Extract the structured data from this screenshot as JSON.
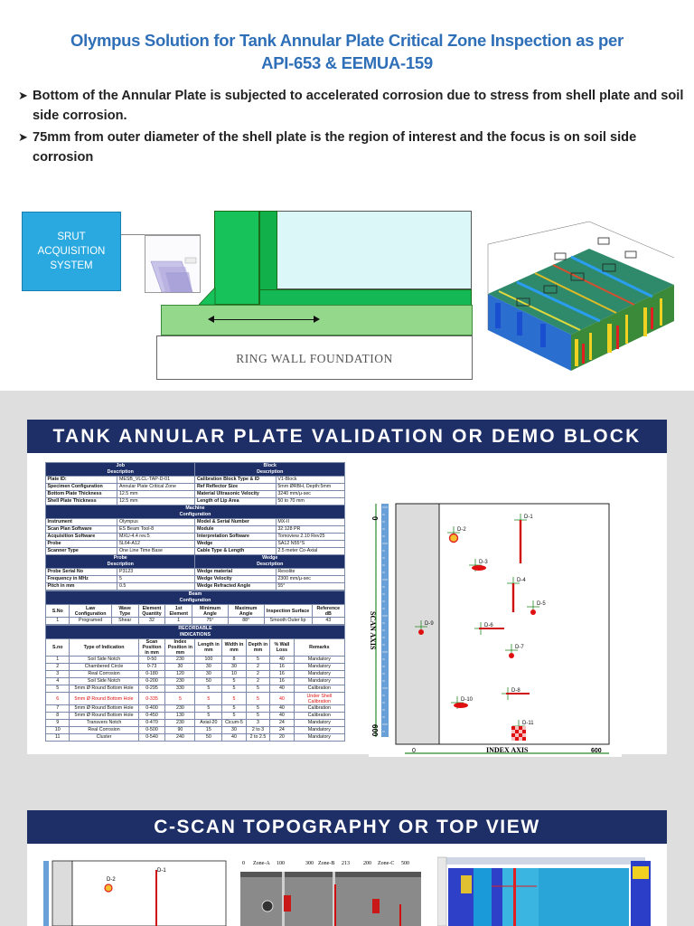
{
  "slide1": {
    "title_line1": "Olympus Solution for Tank Annular Plate Critical Zone Inspection as per",
    "title_line2": "API-653 & EEMUA-159",
    "bullets": [
      "Bottom of the Annular Plate is subjected to accelerated corrosion due to stress from shell plate and soil side corrosion.",
      "75mm from outer diameter of the shell plate is the region of interest and the focus is on soil side corrosion"
    ],
    "srut_lines": [
      "SRUT",
      "ACQUISITION",
      "SYSTEM"
    ],
    "foundation_label": "RING WALL FOUNDATION",
    "colors": {
      "title": "#2e6fb8",
      "srut": "#2aa9e0",
      "green": "#18c25b",
      "cyan": "#dcf7f7"
    }
  },
  "slide2": {
    "banner": "TANK ANNULAR PLATE VALIDATION OR DEMO BLOCK",
    "sections": {
      "job": "Job",
      "block": "Block",
      "description": "Description",
      "machine": "Machine",
      "probe": "Probe",
      "wedge": "Wedge",
      "configuration": "Configuration",
      "beam": "Beam",
      "recordable": "RECORDABLE",
      "indications": "INDICATIONS"
    },
    "job_rows": [
      [
        "Plate ID:",
        "MESB_VLCL-TAP-D-01",
        "Calibration Block Type & ID",
        "V1-Block"
      ],
      [
        "Specimen Configuration",
        "Annular Plate Critical Zone",
        "Ref Reflector Size",
        "5mm ØRBH, Depth:5mm"
      ],
      [
        "Bottom Plate Thickness",
        "12.5 mm",
        "Material Ultrasonic Velocity",
        "3240 mm/µ-sec"
      ],
      [
        "Shell Plate Thickness",
        "12.5 mm",
        "Length of Lip Area",
        "50 to 70 mm"
      ]
    ],
    "machine_rows": [
      [
        "Instrument",
        "Olympus",
        "Model & Serial Number",
        "MX-II"
      ],
      [
        "Scan Plan Software",
        "ES Beam Tool-8",
        "Module",
        "32:128 PR"
      ],
      [
        "Acquisition Software",
        "MXU-4.4 rev.5",
        "Interpretation Software",
        "Tomoview 2.10 Rev25"
      ],
      [
        "Probe",
        "5L64-A12",
        "Wedge",
        "SA12 N55°S"
      ],
      [
        "Scanner Type",
        "One Line Time Base",
        "Cable Type & Length",
        "2.5 meter Co-Axial"
      ]
    ],
    "probe_rows": [
      [
        "Probe Serial No",
        "P3123",
        "Wedge material",
        "Rexolite"
      ],
      [
        "Frequency in MHz",
        "5",
        "Wedge Velocity",
        "2300 mm/µ-sec"
      ],
      [
        "Pitch in mm",
        "0.5",
        "Wedge Refracted Angle",
        "55°"
      ]
    ],
    "beam_headers": [
      "S.No",
      "Law Configuration",
      "Wave Type",
      "Element Quantity",
      "1st Element",
      "Minimum Angle",
      "Maximum Angle",
      "Inspection Surface",
      "Reference dB"
    ],
    "beam_rows": [
      [
        "1",
        "Programed",
        "Shear",
        "32",
        "1",
        "75°",
        "88°",
        "Smooth Outer lip",
        "43"
      ]
    ],
    "indication_headers": [
      "S.no",
      "Type of Indication",
      "Scan Position in mm",
      "Index Position in mm",
      "Length in mm",
      "Width in mm",
      "Depth in mm",
      "% Wall Loss",
      "Remarks"
    ],
    "indication_rows": [
      [
        "1",
        "Soil Side Notch",
        "0-50",
        "230",
        "100",
        "8",
        "5",
        "40",
        "Mandatory"
      ],
      [
        "2",
        "Chambered Circle",
        "0-73",
        "30",
        "30",
        "30",
        "2",
        "16",
        "Mandatory"
      ],
      [
        "3",
        "Real Corrosion",
        "0-180",
        "120",
        "30",
        "10",
        "2",
        "16",
        "Mandatory"
      ],
      [
        "4",
        "Soil Side Notch",
        "0-200",
        "230",
        "50",
        "5",
        "2",
        "16",
        "Mandatory"
      ],
      [
        "5",
        "5mm Ø Round Bottom Hole",
        "0-295",
        "330",
        "5",
        "5",
        "5",
        "40",
        "Calibration"
      ],
      [
        "6",
        "5mm Ø Round Bottom Hole",
        "0-335",
        "5",
        "5",
        "5",
        "5",
        "40",
        "Under Shell Calibration"
      ],
      [
        "7",
        "5mm Ø Round Bottom Hole",
        "0-400",
        "230",
        "5",
        "5",
        "5",
        "40",
        "Calibration"
      ],
      [
        "8",
        "5mm Ø Round Bottom Hole",
        "0-450",
        "130",
        "5",
        "5",
        "5",
        "40",
        "Calibration"
      ],
      [
        "9",
        "Transvers Notch",
        "0-470",
        "230",
        "Axial-20",
        "Cicum-5",
        "3",
        "24",
        "Mandatory"
      ],
      [
        "10",
        "Real Corrosion",
        "0-500",
        "90",
        "15",
        "30",
        "2 to 3",
        "24",
        "Mandatory"
      ],
      [
        "11",
        "Cluster",
        "0-540",
        "240",
        "50",
        "40",
        "2 to 2.5",
        "20",
        "Mandatory"
      ]
    ],
    "schematic": {
      "scan_axis_label": "SCAN AXIS",
      "index_axis_label": "INDEX AXIS",
      "tick_zero": "0",
      "tick_600": "600",
      "index_zero": "0",
      "index_600": "600",
      "defect_labels": [
        "D-1",
        "D-2",
        "D-3",
        "D-4",
        "D-5",
        "D-6",
        "D-7",
        "D-8",
        "D-9",
        "D-10",
        "D-11"
      ]
    }
  },
  "slide3": {
    "banner": "C-SCAN TOPOGRAPHY OR TOP VIEW",
    "zones": [
      "0",
      "Zone-A",
      "100",
      "300",
      "Zone-B",
      "213",
      "200",
      "Zone-C",
      "500"
    ],
    "mini_labels": [
      "D-2",
      "D-1"
    ]
  }
}
